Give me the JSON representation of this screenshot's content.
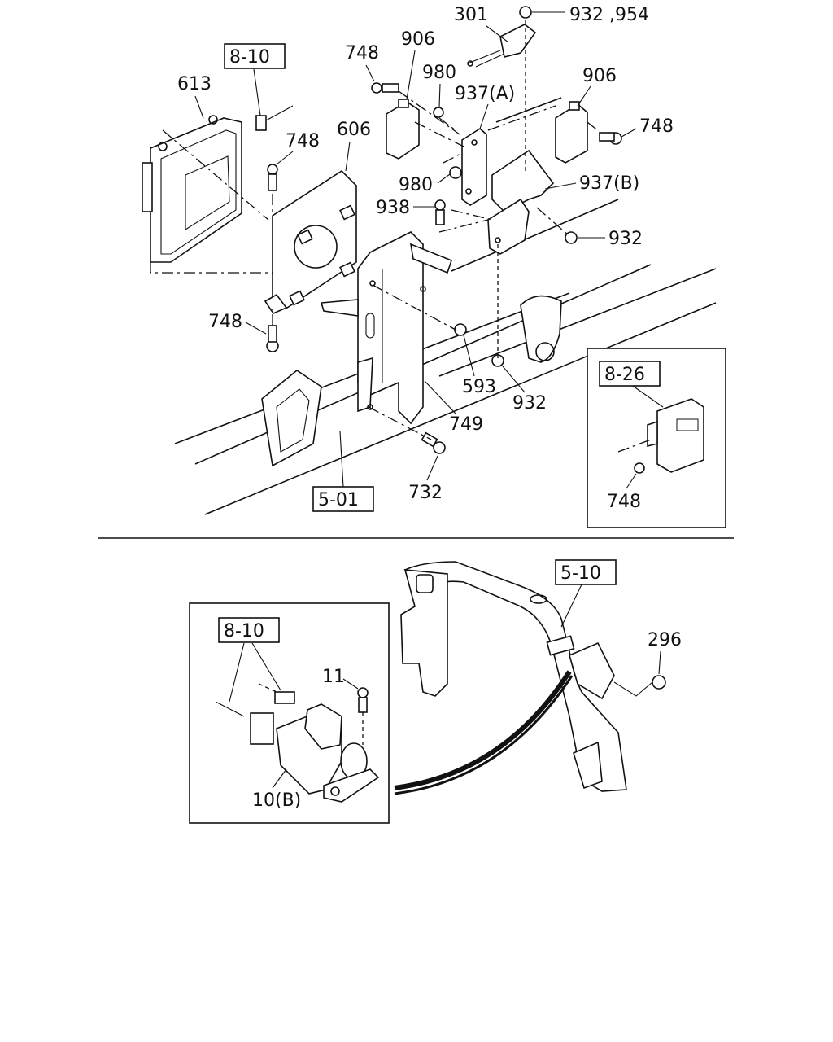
{
  "refs": {
    "r8_10_top": "8-10",
    "r8_26": "8-26",
    "r5_01": "5-01",
    "r5_10": "5-10",
    "r8_10_inset": "8-10"
  },
  "parts": {
    "p301": "301",
    "p932_954": "932 ,954",
    "p748_a": "748",
    "p906_a": "906",
    "p980_a": "980",
    "p937a": "937(A)",
    "p906_b": "906",
    "p748_b": "748",
    "p613": "613",
    "p606": "606",
    "p748_c": "748",
    "p980_b": "980",
    "p937b": "937(B)",
    "p938": "938",
    "p932_a": "932",
    "p748_d": "748",
    "p593": "593",
    "p932_b": "932",
    "p749": "749",
    "p732": "732",
    "p748_e": "748",
    "p296": "296",
    "p11": "11",
    "p10b": "10(B)"
  }
}
